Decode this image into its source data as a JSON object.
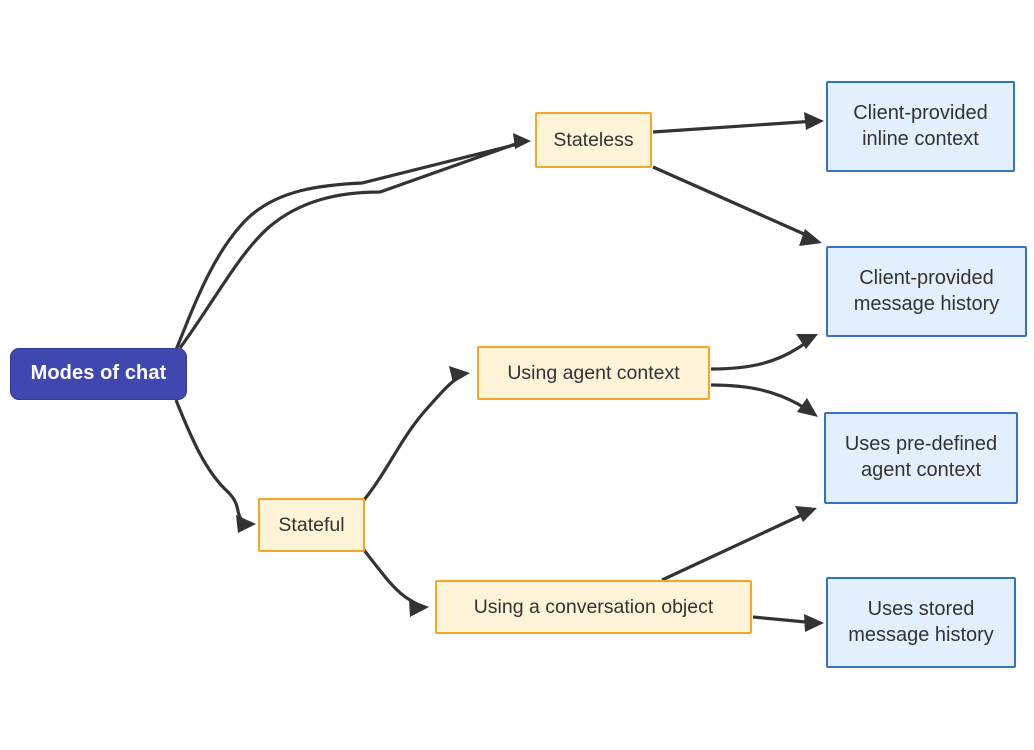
{
  "diagram": {
    "type": "flowchart",
    "direction": "left-to-right",
    "title": "Modes of chat",
    "background_color": "#ffffff",
    "edge_color": "#333333",
    "palette": {
      "root_fill": "#3f48af",
      "root_border": "#31399a",
      "root_text": "#ffffff",
      "mode_fill": "#fff4d8",
      "mode_border": "#f5a623",
      "outcome_fill": "#e2effc",
      "outcome_border": "#3572c6",
      "node_text": "#333333"
    },
    "nodes": {
      "root": {
        "label": "Modes of chat",
        "kind": "root"
      },
      "stateless": {
        "label": "Stateless",
        "kind": "mode"
      },
      "stateful": {
        "label": "Stateful",
        "kind": "mode"
      },
      "agent_context": {
        "label": "Using agent context",
        "kind": "mode"
      },
      "conversation_object": {
        "label": "Using a conversation object",
        "kind": "mode"
      },
      "inline_context": {
        "label": "Client-provided\ninline context",
        "kind": "outcome"
      },
      "client_history": {
        "label": "Client-provided\nmessage history",
        "kind": "outcome"
      },
      "predefined_agent_context": {
        "label": "Uses pre-defined\nagent context",
        "kind": "outcome"
      },
      "stored_history": {
        "label": "Uses stored\nmessage history",
        "kind": "outcome"
      }
    },
    "edges": [
      {
        "from": "root",
        "to": "stateless",
        "label": ""
      },
      {
        "from": "root",
        "to": "stateful",
        "label": ""
      },
      {
        "from": "stateless",
        "to": "inline_context",
        "label": ""
      },
      {
        "from": "stateless",
        "to": "client_history",
        "label": ""
      },
      {
        "from": "stateful",
        "to": "agent_context",
        "label": ""
      },
      {
        "from": "stateful",
        "to": "conversation_object",
        "label": ""
      },
      {
        "from": "agent_context",
        "to": "client_history",
        "label": ""
      },
      {
        "from": "agent_context",
        "to": "predefined_agent_context",
        "label": ""
      },
      {
        "from": "conversation_object",
        "to": "predefined_agent_context",
        "label": ""
      },
      {
        "from": "conversation_object",
        "to": "stored_history",
        "label": ""
      }
    ]
  }
}
